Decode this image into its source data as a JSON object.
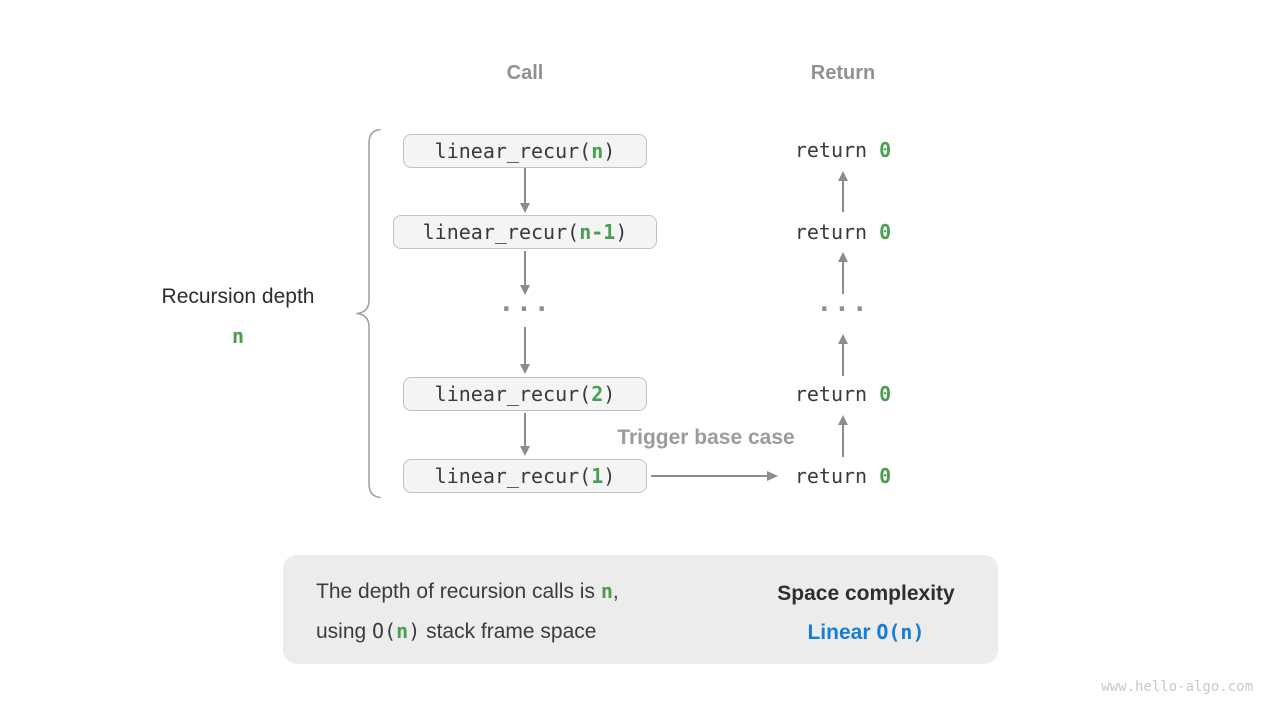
{
  "colors": {
    "green": "#4a9e52",
    "blue": "#157fd6",
    "dark": "#3a3a3a",
    "muted": "#919191",
    "arrow": "#8c8c8c",
    "box-fill": "#f4f4f4",
    "box-border": "#c2c2c2",
    "summary-bg": "#ececec"
  },
  "headers": {
    "call": "Call",
    "return": "Return"
  },
  "left_label": {
    "title": "Recursion depth",
    "value": "n"
  },
  "ellipsis": "...",
  "call_stack": [
    {
      "prefix": "linear_recur(",
      "arg": "n",
      "suffix": ")"
    },
    {
      "prefix": "linear_recur(",
      "arg": "n-1",
      "suffix": ")"
    },
    {
      "prefix": "linear_recur(",
      "arg": "2",
      "suffix": ")"
    },
    {
      "prefix": "linear_recur(",
      "arg": "1",
      "suffix": ")"
    }
  ],
  "returns": [
    {
      "keyword": "return ",
      "value": "0"
    },
    {
      "keyword": "return ",
      "value": "0"
    },
    {
      "keyword": "return ",
      "value": "0"
    },
    {
      "keyword": "return ",
      "value": "0"
    }
  ],
  "trigger_label": "Trigger base case",
  "summary": {
    "line1_text": "The depth of recursion calls is ",
    "line1_code": "n",
    "line1_tail": ",",
    "line2_text": "using ",
    "line2_code_open": "O(",
    "line2_code_arg": "n",
    "line2_code_close": ")",
    "line2_tail": " stack frame space",
    "title": "Space complexity",
    "value_word": "Linear ",
    "value_code_open": "O(",
    "value_code_arg": "n",
    "value_code_close": ")"
  },
  "watermark": "www.hello-algo.com"
}
